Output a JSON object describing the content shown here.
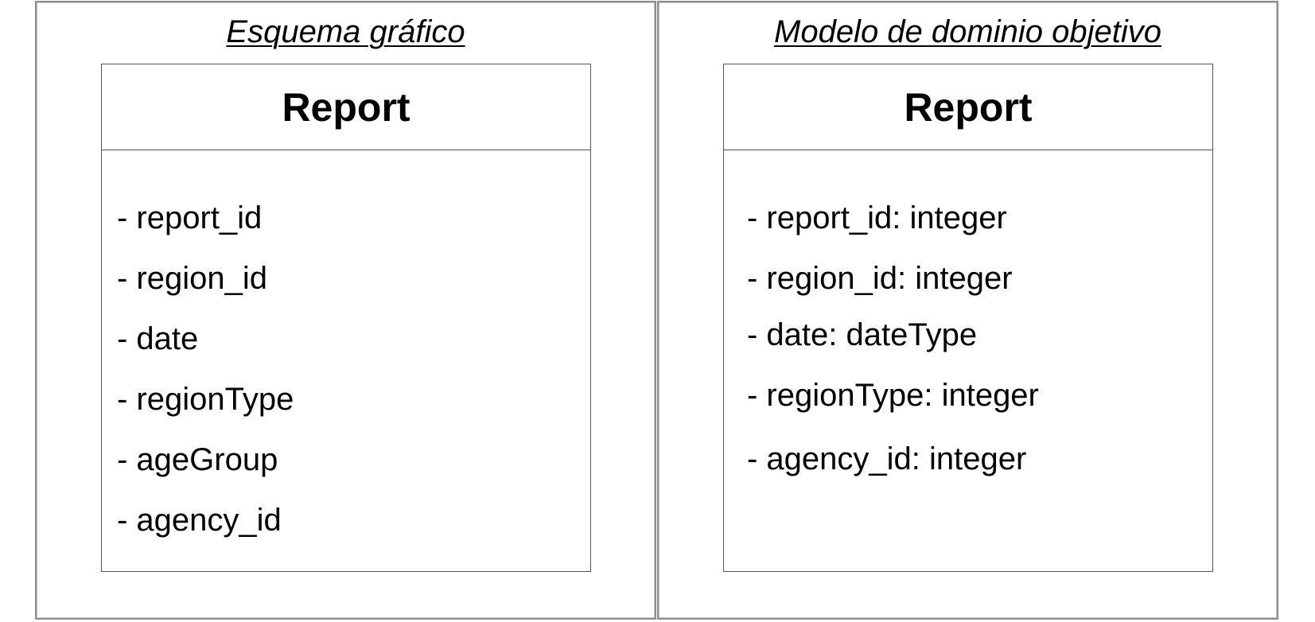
{
  "panels": {
    "left": {
      "title": "Esquema gráfico",
      "class_name": "Report",
      "attributes": [
        "- report_id",
        "- region_id",
        "- date",
        "- regionType",
        "- ageGroup",
        "- agency_id"
      ]
    },
    "right": {
      "title": "Modelo de dominio objetivo",
      "class_name": "Report",
      "attributes": [
        "- report_id: integer",
        "- region_id: integer",
        "- date: dateType",
        "- regionType: integer",
        "- agency_id: integer"
      ]
    }
  }
}
